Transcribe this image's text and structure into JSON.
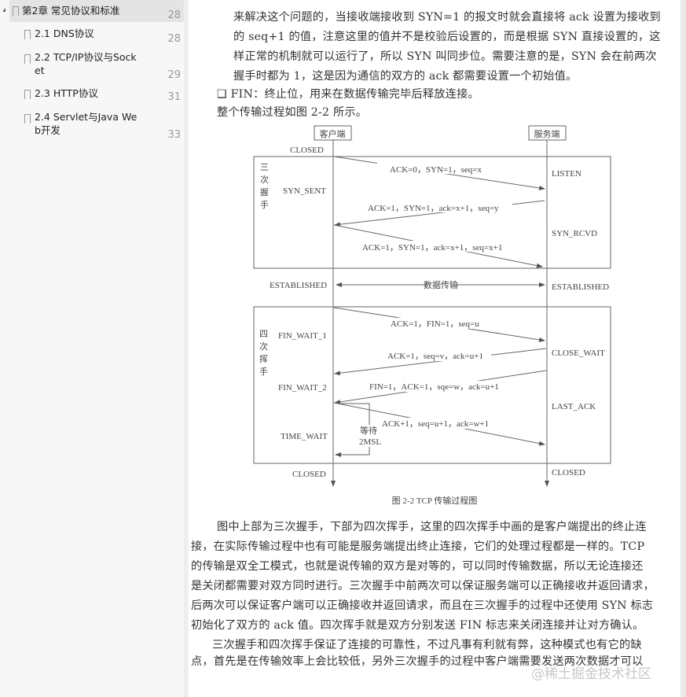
{
  "sidebar": {
    "items": [
      {
        "label": "第2章  常见协议和标准",
        "page": "28"
      },
      {
        "label": "2.1  DNS协议",
        "page": "28"
      },
      {
        "label": "2.2  TCP/IP协议与Sock",
        "label2": "et",
        "page": "29"
      },
      {
        "label": "2.3  HTTP协议",
        "page": "31"
      },
      {
        "label": "2.4  Servlet与Java We",
        "label2": "b开发",
        "page": "33"
      }
    ]
  },
  "page": {
    "top_lines": [
      "来解决这个问题的，当接收端接收到 SYN=1 的报文时就会直接将 ack 设置为接收到",
      "的 seq+1 的值，注意这里的值并不是校验后设置的，而是根据 SYN 直接设置的，这",
      "样正常的机制就可以运行了，所以 SYN 叫同步位。需要注意的是，SYN 会在前两次",
      "握手时都为 1，这是因为通信的双方的 ack 都需要设置一个初始值。"
    ],
    "bullet": "❑ FIN：终止位，用来在数据传输完毕后释放连接。",
    "intro": "整个传输过程如图 2-2 所示。",
    "bottom_lines": [
      "图中上部为三次握手，下部为四次挥手，这里的四次挥手中画的是客户端提出的终止连",
      "接，在实际传输过程中也有可能是服务端提出终止连接，它们的处理过程都是一样的。TCP",
      "的传输是双全工模式，也就是说传输的双方是对等的，可以同时传输数据，所以无论连接还",
      "是关闭都需要对双方同时进行。三次握手中前两次可以保证服务端可以正确接收并返回请求，",
      "后两次可以保证客户端可以正确接收并返回请求，而且在三次握手的过程中还使用 SYN 标志",
      "初始化了双方的 ack 值。四次挥手就是双方分别发送 FIN 标志来关闭连接并让对方确认。",
      "三次握手和四次挥手保证了连接的可靠性，不过凡事有利就有弊，这种模式也有它的缺",
      "点，首先是在传输效率上会比较低，另外三次握手的过程中客户端需要发送两次数据才可以"
    ],
    "watermark": "@稀土掘金技术社区"
  },
  "diagram": {
    "client": "客户端",
    "server": "服务端",
    "handshake": [
      "三",
      "次",
      "握",
      "手"
    ],
    "wave": [
      "四",
      "次",
      "挥",
      "手"
    ],
    "states": {
      "closed": "CLOSED",
      "listen": "LISTEN",
      "syn_sent": "SYN_SENT",
      "syn_rcvd": "SYN_RCVD",
      "established": "ESTABLISHED",
      "fin_wait_1": "FIN_WAIT_1",
      "fin_wait_2": "FIN_WAIT_2",
      "close_wait": "CLOSE_WAIT",
      "last_ack": "LAST_ACK",
      "time_wait": "TIME_WAIT"
    },
    "messages": [
      "ACK=0，SYN=1，seq=x",
      "ACK=1，SYN=1，ack=x+1，seq=y",
      "ACK=1，SYN=1，ack=x+1，seq=x+1",
      "ACK=1，FIN=1，seq=u",
      "ACK=1，seq=v，ack=u+1",
      "FIN=1，ACK=1，sqe=w，ack=u+1",
      "ACK+1，seq=u+1，ack=w+1"
    ],
    "data_transfer": "数据传输",
    "wait": "等待",
    "msl": "2MSL",
    "caption": "图 2-2    TCP 传输过程图"
  }
}
